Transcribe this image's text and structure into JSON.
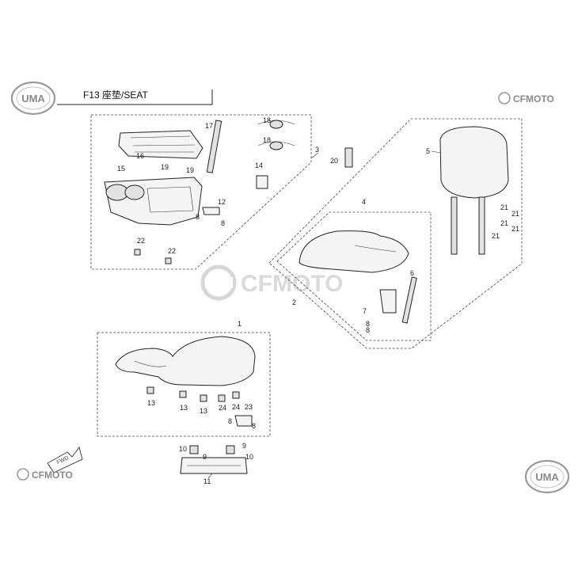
{
  "header": {
    "title": "F13 座垫/SEAT",
    "brand_left": "UMA",
    "brand_right": "CFMOTO"
  },
  "watermark": {
    "text": "CFMOTO"
  },
  "footer": {
    "brand_left": "CFMOTO",
    "brand_right": "UMA",
    "fwd_label": "FWD"
  },
  "callouts": {
    "c1": "1",
    "c2": "2",
    "c3": "3",
    "c4": "4",
    "c5": "5",
    "c6": "6",
    "c7": "7",
    "c8": "8",
    "c9": "9",
    "c10": "10",
    "c11": "11",
    "c12": "12",
    "c13": "13",
    "c14": "14",
    "c15": "15",
    "c16": "16",
    "c17": "17",
    "c18": "18",
    "c19": "19",
    "c20": "20",
    "c21": "21",
    "c22": "22",
    "c23": "23",
    "c24": "24"
  },
  "colors": {
    "logo_gray": "#8a8a8a",
    "line": "#222222",
    "watermark": "#bdbdbd"
  }
}
